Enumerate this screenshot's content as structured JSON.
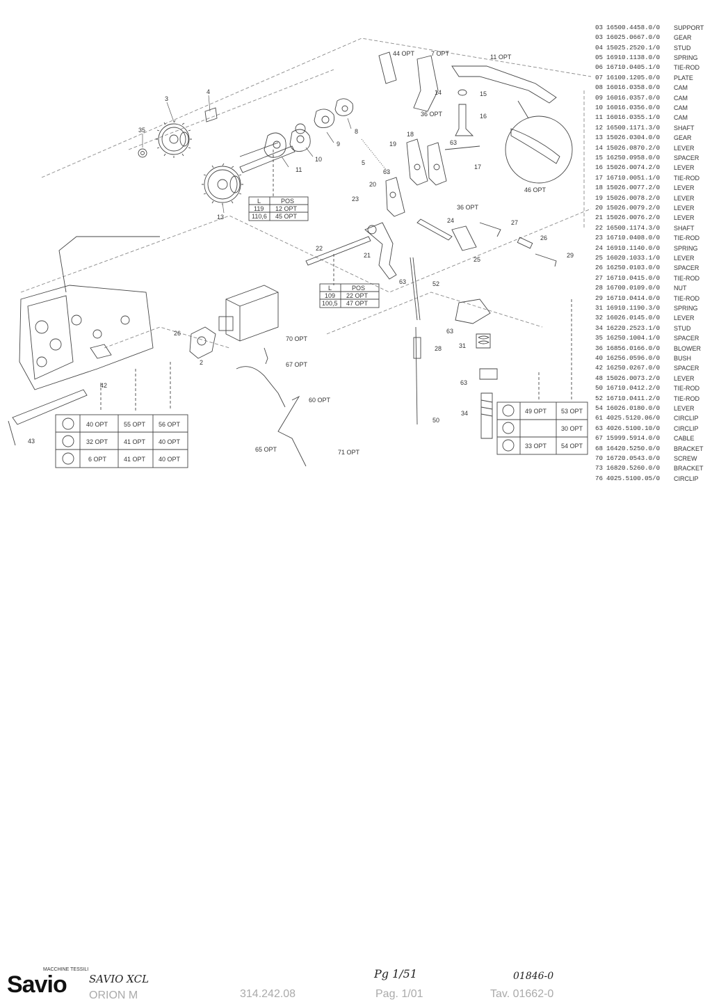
{
  "labels": {
    "l3": "3",
    "l4": "4",
    "l35": "35",
    "l13": "13",
    "l11": "11",
    "l10": "10",
    "l9": "9",
    "l8": "8",
    "l5": "5",
    "l19": "19",
    "l18": "18",
    "l20": "20",
    "l23": "23",
    "l63a": "63",
    "l63b": "63",
    "l17": "17",
    "l16": "16",
    "l15": "15",
    "l14": "14",
    "l7opt": "7 OPT",
    "l44opt": "44 OPT",
    "l11opt": "11 OPT",
    "l36opt_a": "36 OPT",
    "l36opt_b": "36 OPT",
    "l46opt": "46 OPT",
    "l24": "24",
    "l25": "25",
    "l27": "27",
    "l26": "26",
    "l29": "29",
    "l21": "21",
    "l63c": "63",
    "l52": "52",
    "l22": "22",
    "l70opt": "70 OPT",
    "l67opt": "67 OPT",
    "l60opt": "60 OPT",
    "l65opt": "65 OPT",
    "l71opt": "71 OPT",
    "l2": "2",
    "l26b": "26",
    "l42": "42",
    "l43": "43",
    "l28": "28",
    "l31": "31",
    "l63d": "63",
    "l63e": "63",
    "l34": "34",
    "l50": "50",
    "l63f": "63"
  },
  "table1": {
    "h_l": "L",
    "h_pos": "POS",
    "r1_l": "119",
    "r1_pos": "12 OPT",
    "r2_l": "110,6",
    "r2_pos": "45 OPT"
  },
  "table2": {
    "h_l": "L",
    "h_pos": "POS",
    "r1_l": "109",
    "r1_pos": "22 OPT",
    "r2_l": "100,5",
    "r2_pos": "47 OPT"
  },
  "optbox_left": {
    "r1": [
      "40 OPT",
      "55 OPT",
      "56 OPT"
    ],
    "r2": [
      "32 OPT",
      "41 OPT",
      "40 OPT"
    ],
    "r3": [
      "6 OPT",
      "41 OPT",
      "40 OPT"
    ]
  },
  "optbox_right": {
    "r1": [
      "49 OPT",
      "53 OPT"
    ],
    "r2": [
      "",
      "30 OPT"
    ],
    "r3": [
      "33 OPT",
      "54 OPT"
    ]
  },
  "parts": [
    {
      "pos": "",
      "code": "",
      "desc": ""
    },
    {
      "pos": "",
      "code": "",
      "desc": ""
    },
    {
      "pos": "03",
      "code": "16500.4458.0/0",
      "desc": "SUPPORT"
    },
    {
      "pos": "03",
      "code": "16025.0667.0/0",
      "desc": "GEAR"
    },
    {
      "pos": "04",
      "code": "15025.2520.1/0",
      "desc": "STUD"
    },
    {
      "pos": "05",
      "code": "16910.1138.0/0",
      "desc": "SPRING"
    },
    {
      "pos": "06",
      "code": "16710.0405.1/0",
      "desc": "TIE-ROD"
    },
    {
      "pos": "07",
      "code": "16100.1205.0/0",
      "desc": "PLATE"
    },
    {
      "pos": "08",
      "code": "16016.0358.0/0",
      "desc": "CAM"
    },
    {
      "pos": "09",
      "code": "16016.0357.0/0",
      "desc": "CAM"
    },
    {
      "pos": "10",
      "code": "16016.0356.0/0",
      "desc": "CAM"
    },
    {
      "pos": "11",
      "code": "16016.0355.1/0",
      "desc": "CAM"
    },
    {
      "pos": "12",
      "code": "16500.1171.3/0",
      "desc": "SHAFT"
    },
    {
      "pos": "13",
      "code": "15026.0304.0/0",
      "desc": "GEAR"
    },
    {
      "pos": "14",
      "code": "15026.0870.2/0",
      "desc": "LEVER"
    },
    {
      "pos": "15",
      "code": "16250.0958.0/0",
      "desc": "SPACER"
    },
    {
      "pos": "16",
      "code": "15026.0074.2/0",
      "desc": "LEVER"
    },
    {
      "pos": "17",
      "code": "16710.0051.1/0",
      "desc": "TIE-ROD"
    },
    {
      "pos": "18",
      "code": "15026.0077.2/0",
      "desc": "LEVER"
    },
    {
      "pos": "19",
      "code": "15026.0078.2/0",
      "desc": "LEVER"
    },
    {
      "pos": "20",
      "code": "15026.0079.2/0",
      "desc": "LEVER"
    },
    {
      "pos": "21",
      "code": "15026.0076.2/0",
      "desc": "LEVER"
    },
    {
      "pos": "22",
      "code": "16500.1174.3/0",
      "desc": "SHAFT"
    },
    {
      "pos": "23",
      "code": "16710.0408.0/0",
      "desc": "TIE-ROD"
    },
    {
      "pos": "24",
      "code": "16910.1140.0/0",
      "desc": "SPRING"
    },
    {
      "pos": "25",
      "code": "16020.1033.1/0",
      "desc": "LEVER"
    },
    {
      "pos": "26",
      "code": "16250.0103.0/0",
      "desc": "SPACER"
    },
    {
      "pos": "27",
      "code": "16710.0415.0/0",
      "desc": "TIE-ROD"
    },
    {
      "pos": "28",
      "code": "16700.0109.0/0",
      "desc": "NUT"
    },
    {
      "pos": "29",
      "code": "16710.0414.0/0",
      "desc": "TIE-ROD"
    },
    {
      "pos": "31",
      "code": "16910.1190.3/0",
      "desc": "SPRING"
    },
    {
      "pos": "32",
      "code": "16026.0145.0/0",
      "desc": "LEVER"
    },
    {
      "pos": "34",
      "code": "16220.2523.1/0",
      "desc": "STUD"
    },
    {
      "pos": "35",
      "code": "16250.1004.1/0",
      "desc": "SPACER"
    },
    {
      "pos": "36",
      "code": "16856.0166.0/0",
      "desc": "BLOWER"
    },
    {
      "pos": "40",
      "code": "16256.0596.0/0",
      "desc": "BUSH"
    },
    {
      "pos": "42",
      "code": "16250.0267.0/0",
      "desc": "SPACER"
    },
    {
      "pos": "48",
      "code": "15026.0073.2/0",
      "desc": "LEVER"
    },
    {
      "pos": "50",
      "code": "16710.0412.2/0",
      "desc": "TIE-ROD"
    },
    {
      "pos": "52",
      "code": "16710.0411.2/0",
      "desc": "TIE-ROD"
    },
    {
      "pos": "54",
      "code": "16026.0180.0/0",
      "desc": "LEVER"
    },
    {
      "pos": "61",
      "code": "4025.5120.06/0",
      "desc": "CIRCLIP"
    },
    {
      "pos": "63",
      "code": "4026.5100.10/0",
      "desc": "CIRCLIP"
    },
    {
      "pos": "67",
      "code": "15999.5914.0/0",
      "desc": "CABLE"
    },
    {
      "pos": "68",
      "code": "16420.5250.0/0",
      "desc": "BRACKET"
    },
    {
      "pos": "70",
      "code": "16720.0543.0/0",
      "desc": "SCREW"
    },
    {
      "pos": "73",
      "code": "16820.5260.0/0",
      "desc": "BRACKET"
    },
    {
      "pos": "76",
      "code": "4025.5100.05/0",
      "desc": "CIRCLIP"
    }
  ],
  "footer": {
    "brand_small": "MACCHINE TESSILI",
    "brand": "Savio",
    "hw_model": "SAVIO XCL",
    "model": "ORION M",
    "doc_no": "314.242.08",
    "hw_page": "Pg 1/51",
    "page": "Pag. 1/01",
    "hw_code": "01846-0",
    "tav": "Tav. 01662-0"
  }
}
